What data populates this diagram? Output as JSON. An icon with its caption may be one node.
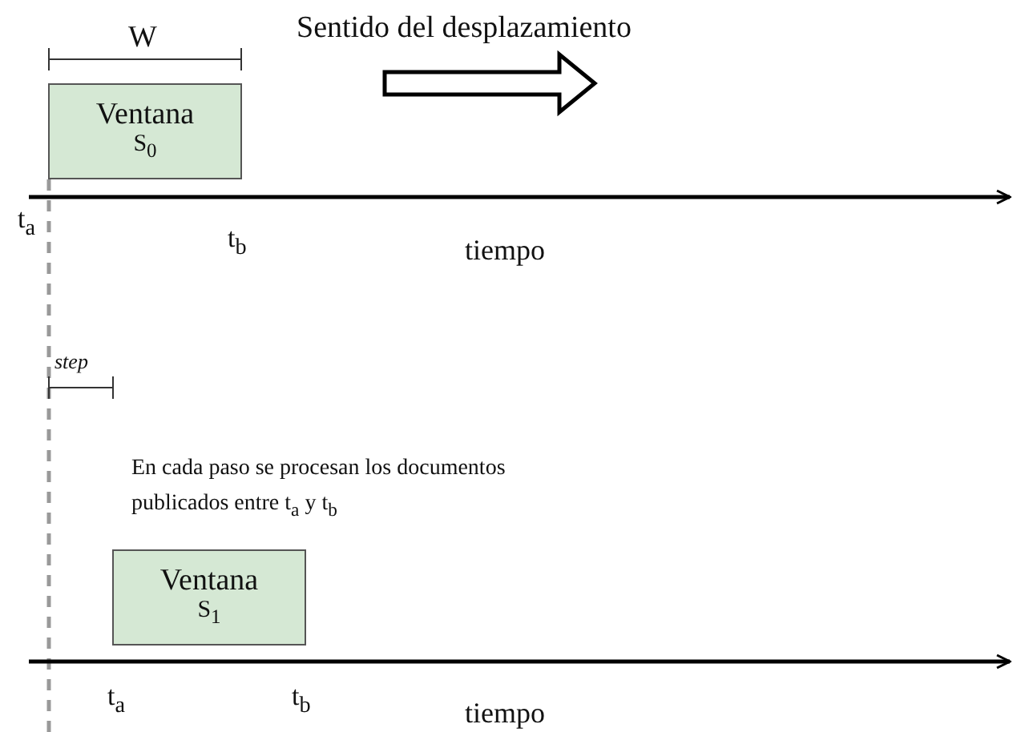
{
  "diagram": {
    "nodes": [
      {
        "text": [
          "Ventana",
          "S$_{0}$"
        ]
      },
      {
        "text": [
          "Ventana",
          "S$_{1}$"
        ]
      }
    ],
    "labels": [
      "W",
      "Sentido del desplazamiento",
      "t$_{a}$",
      "t$_{b}$",
      "tiempo",
      "step",
      "En cada paso se procesan los documentos publicados entre t$_{a}$ y t$_{b}$",
      "t$_{a}$",
      "t$_{b}$",
      "tiempo"
    ]
  }
}
